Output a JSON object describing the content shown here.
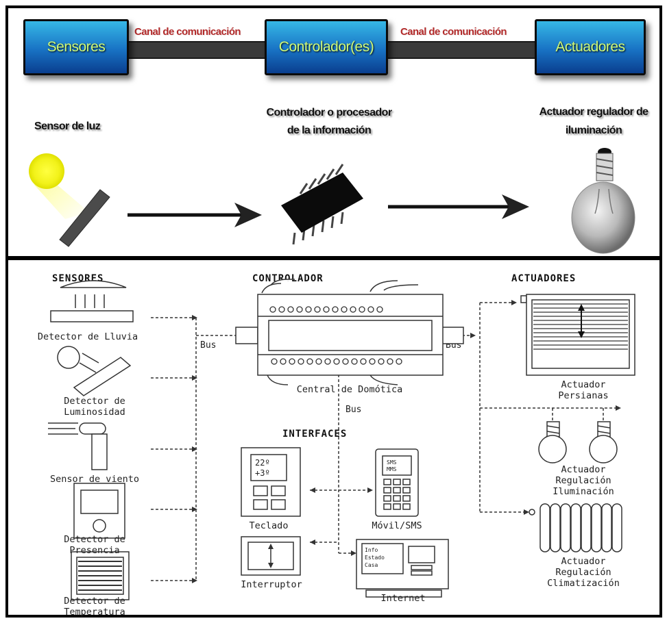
{
  "top": {
    "blocks": [
      "Sensores",
      "Controlador(es)",
      "Actuadores"
    ],
    "channels": [
      "Canal de comunicación",
      "Canal de comunicación"
    ],
    "captions": {
      "sensor": "Sensor de luz",
      "controller": "Controlador o procesador\nde la información",
      "actuator": "Actuador regulador de\niluminación"
    }
  },
  "bottom": {
    "headings": {
      "sensors": "SENSORES",
      "controller": "CONTROLADOR",
      "actuators": "ACTUADORES",
      "interfaces": "INTERFACES"
    },
    "sensors": [
      "Detector de Lluvia",
      "Detector de\nLuminosidad",
      "Sensor de viento",
      "Detector de\nPresencia",
      "Detector de\nTemperatura"
    ],
    "bus_labels": [
      "Bus",
      "Bus",
      "Bus"
    ],
    "central_label": "Central de Domótica",
    "interfaces": {
      "keypad": "Teclado",
      "keypad_display": [
        "22º",
        "+3º"
      ],
      "mobile": "Móvil/SMS",
      "mobile_display": [
        "SMS",
        "MMS"
      ],
      "switch": "Interruptor",
      "internet": "Internet",
      "internet_screen": [
        "Info",
        "Estado",
        "Casa"
      ]
    },
    "actuators": [
      "Actuador\nPersianas",
      "Actuador\nRegulación\nIluminación",
      "Actuador\nRegulación\nClimatización"
    ]
  }
}
